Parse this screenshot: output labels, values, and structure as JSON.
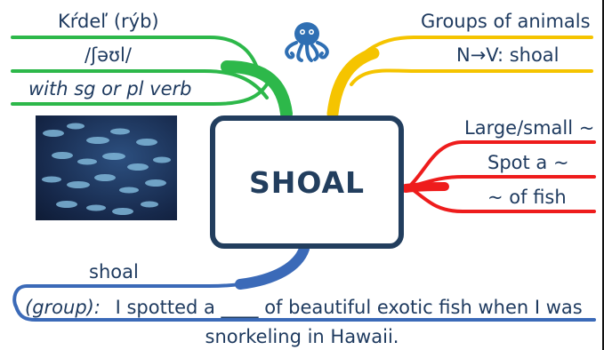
{
  "center": {
    "title": "SHOAL"
  },
  "left_branch": {
    "color": "#2db84a",
    "items": [
      "Kŕdeľ (rýb)",
      "/ʃəʊl/",
      "with sg or pl verb"
    ]
  },
  "top_right_branch": {
    "color": "#f5c400",
    "items": [
      "Groups of animals",
      "N→V: shoal"
    ]
  },
  "right_branch": {
    "color": "#ee1c1c",
    "items": [
      "Large/small ~",
      "Spot a ~",
      "~ of fish"
    ]
  },
  "bottom_branch": {
    "color": "#3b6ab8",
    "word": "shoal",
    "sentence_prefix": "(group):",
    "sentence_line1": "I spotted a ____ of beautiful exotic fish when I was",
    "sentence_line2": "snorkeling in Hawaii."
  },
  "logo": {
    "icon": "octopus-icon",
    "color": "#2f6fb3"
  },
  "image": {
    "name": "fish-school-photo"
  }
}
